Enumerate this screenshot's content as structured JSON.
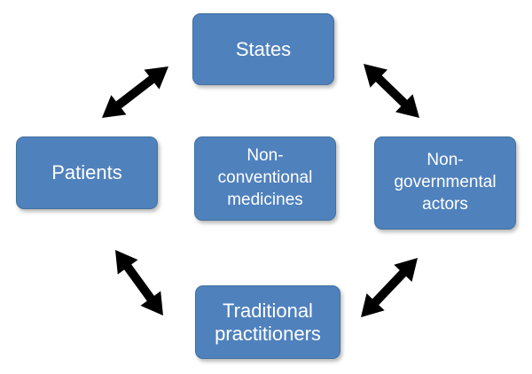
{
  "nodes": {
    "states": "States",
    "patients": "Patients",
    "non_conventional_medicines": "Non-\nconventional\nmedicines",
    "non_governmental_actors": "Non-\ngovernmental\nactors",
    "traditional_practitioners": "Traditional\npractitioners"
  },
  "colors": {
    "box_fill": "#4f81bd",
    "box_border": "#41719c",
    "box_text": "#ffffff",
    "arrow": "#000000"
  },
  "connectors": [
    {
      "from": "patients",
      "to": "states",
      "icon": "double-headed-arrow-icon"
    },
    {
      "from": "states",
      "to": "non_governmental_actors",
      "icon": "double-headed-arrow-icon"
    },
    {
      "from": "patients",
      "to": "traditional_practitioners",
      "icon": "double-headed-arrow-icon"
    },
    {
      "from": "traditional_practitioners",
      "to": "non_governmental_actors",
      "icon": "double-headed-arrow-icon"
    }
  ]
}
